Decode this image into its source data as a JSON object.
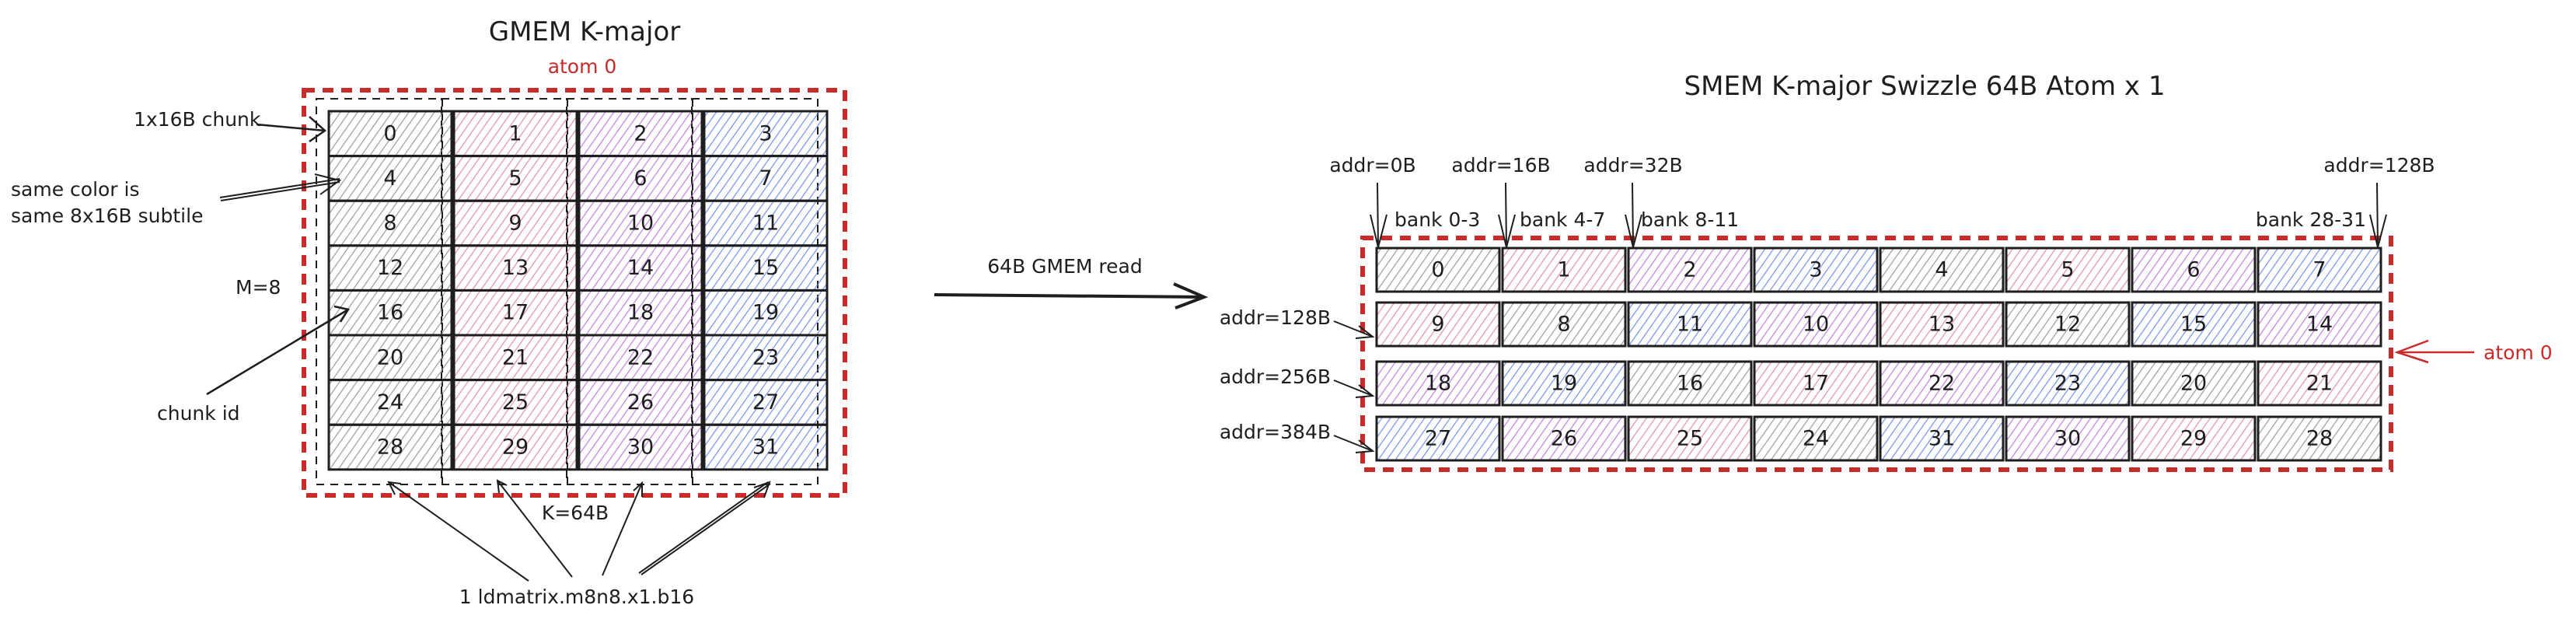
{
  "colors": {
    "gray": "#8a8a8a",
    "pink": "#e07a95",
    "purple": "#b866dd",
    "blue": "#5c7cf0",
    "atom_red": "#c92a2a",
    "ink": "#1e1e1e"
  },
  "gmem": {
    "title": "GMEM K-major",
    "atom_label": "atom 0",
    "rows": [
      [
        0,
        1,
        2,
        3
      ],
      [
        4,
        5,
        6,
        7
      ],
      [
        8,
        9,
        10,
        11
      ],
      [
        12,
        13,
        14,
        15
      ],
      [
        16,
        17,
        18,
        19
      ],
      [
        20,
        21,
        22,
        23
      ],
      [
        24,
        25,
        26,
        27
      ],
      [
        28,
        29,
        30,
        31
      ]
    ],
    "column_colors": [
      "gray",
      "pink",
      "purple",
      "blue"
    ],
    "annotations": {
      "chunk": "1x16B chunk",
      "same_color_line1": "same color is",
      "same_color_line2": "same 8x16B subtile",
      "m_dim": "M=8",
      "chunk_id": "chunk id",
      "k_dim": "K=64B",
      "ldmatrix": "1 ldmatrix.m8n8.x1.b16"
    }
  },
  "transfer": {
    "label": "64B GMEM read"
  },
  "smem": {
    "title": "SMEM K-major Swizzle 64B Atom x 1",
    "atom_label": "atom 0",
    "rows": [
      {
        "addr": "",
        "cells": [
          {
            "id": 0,
            "color": "gray"
          },
          {
            "id": 1,
            "color": "pink"
          },
          {
            "id": 2,
            "color": "purple"
          },
          {
            "id": 3,
            "color": "blue"
          },
          {
            "id": 4,
            "color": "gray"
          },
          {
            "id": 5,
            "color": "pink"
          },
          {
            "id": 6,
            "color": "purple"
          },
          {
            "id": 7,
            "color": "blue"
          }
        ]
      },
      {
        "addr": "addr=128B",
        "cells": [
          {
            "id": 9,
            "color": "pink"
          },
          {
            "id": 8,
            "color": "gray"
          },
          {
            "id": 11,
            "color": "blue"
          },
          {
            "id": 10,
            "color": "purple"
          },
          {
            "id": 13,
            "color": "pink"
          },
          {
            "id": 12,
            "color": "gray"
          },
          {
            "id": 15,
            "color": "blue"
          },
          {
            "id": 14,
            "color": "purple"
          }
        ]
      },
      {
        "addr": "addr=256B",
        "cells": [
          {
            "id": 18,
            "color": "purple"
          },
          {
            "id": 19,
            "color": "blue"
          },
          {
            "id": 16,
            "color": "gray"
          },
          {
            "id": 17,
            "color": "pink"
          },
          {
            "id": 22,
            "color": "purple"
          },
          {
            "id": 23,
            "color": "blue"
          },
          {
            "id": 20,
            "color": "gray"
          },
          {
            "id": 21,
            "color": "pink"
          }
        ]
      },
      {
        "addr": "addr=384B",
        "cells": [
          {
            "id": 27,
            "color": "blue"
          },
          {
            "id": 26,
            "color": "purple"
          },
          {
            "id": 25,
            "color": "pink"
          },
          {
            "id": 24,
            "color": "gray"
          },
          {
            "id": 31,
            "color": "blue"
          },
          {
            "id": 30,
            "color": "purple"
          },
          {
            "id": 29,
            "color": "pink"
          },
          {
            "id": 28,
            "color": "gray"
          }
        ]
      }
    ],
    "top_addrs": [
      {
        "label": "addr=0B",
        "bank": "bank 0-3"
      },
      {
        "label": "addr=16B",
        "bank": "bank 4-7"
      },
      {
        "label": "addr=32B",
        "bank": "bank 8-11"
      },
      {
        "label": "addr=128B",
        "bank": "bank 28-31"
      }
    ]
  }
}
